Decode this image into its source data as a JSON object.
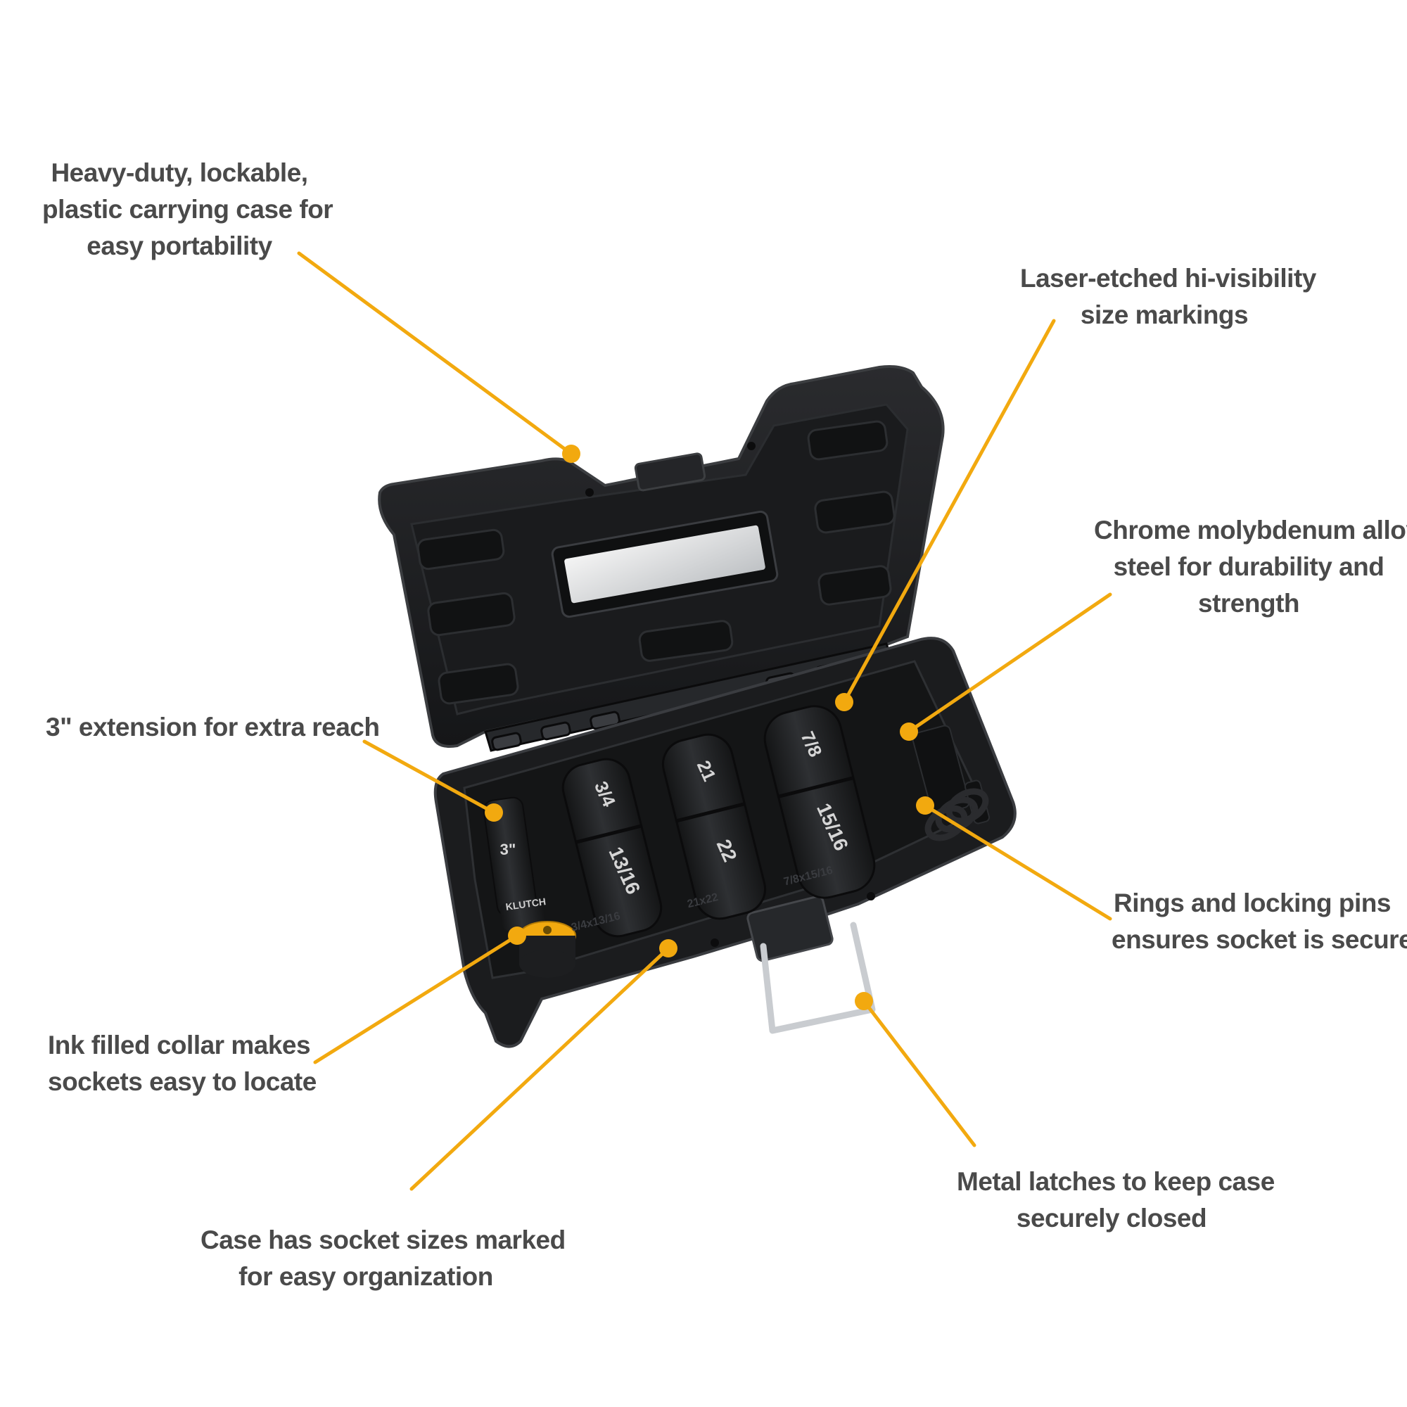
{
  "palette": {
    "background": "#ffffff",
    "callout_text": "#4a4a4a",
    "leader_line": "#f2a90f",
    "case_black": "#1b1c1e",
    "case_edge": "#35373a",
    "socket_black": "#222325",
    "collar": "#f2a90f",
    "handle_metal": "#c9ccd0"
  },
  "callouts": [
    {
      "id": "case",
      "lines": [
        "Heavy-duty, lockable,",
        "plastic carrying case for",
        "easy portability"
      ]
    },
    {
      "id": "markings",
      "lines": [
        "Laser-etched hi-visibility",
        "size markings"
      ]
    },
    {
      "id": "alloy",
      "lines": [
        "Chrome molybdenum alloy",
        "steel for durability and",
        "strength"
      ]
    },
    {
      "id": "extension",
      "lines": [
        "3\" extension for extra reach"
      ]
    },
    {
      "id": "rings",
      "lines": [
        "Rings and locking pins",
        "ensures socket is secure"
      ]
    },
    {
      "id": "collar",
      "lines": [
        "Ink filled collar makes",
        "sockets easy to locate"
      ]
    },
    {
      "id": "latches",
      "lines": [
        "Metal latches to keep case",
        "securely closed"
      ]
    },
    {
      "id": "sizes",
      "lines": [
        "Case has socket sizes marked",
        "for easy organization"
      ]
    }
  ],
  "product": {
    "extension_label": "3\"",
    "brand_mark": "KLUTCH",
    "sockets": [
      {
        "top": "3/4",
        "bottom": "13/16"
      },
      {
        "top": "21",
        "bottom": "22"
      },
      {
        "top": "7/8",
        "bottom": "15/16"
      }
    ],
    "tray_markings": [
      "3/4x13/16",
      "21x22",
      "7/8x15/16"
    ]
  }
}
